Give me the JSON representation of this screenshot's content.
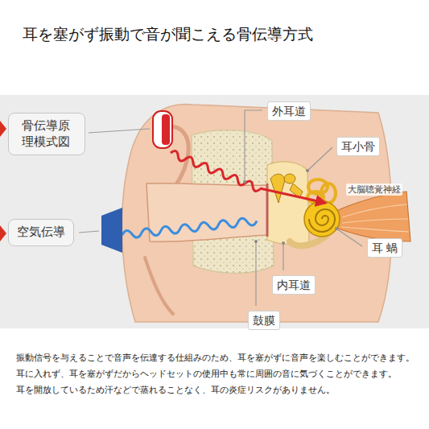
{
  "diagram": {
    "title": "耳を塞がず振動で音が聞こえる骨伝導方式",
    "nodes": [
      {
        "text": [
          "骨伝導原理模式図"
        ]
      },
      {
        "text": [
          "空気伝導"
        ]
      },
      {
        "text": [
          "外耳道"
        ]
      },
      {
        "text": [
          "耳小骨"
        ]
      },
      {
        "text": [
          "耳 蝸"
        ]
      },
      {
        "text": [
          "内耳道"
        ]
      },
      {
        "text": [
          "鼓膜"
        ]
      }
    ],
    "labels": [
      "大脳聴覚神経",
      "振動信号を与えることで音声を伝達する仕組みのため、耳を塞がずに音声を楽しむことができます。",
      "耳に入れず、耳を塞がずだからヘッドセットの使用中も常に周囲の音に気づくことができます。",
      "耳を開放しているため汗などで蒸れることなく、耳の炎症リスクがありません。"
    ]
  }
}
